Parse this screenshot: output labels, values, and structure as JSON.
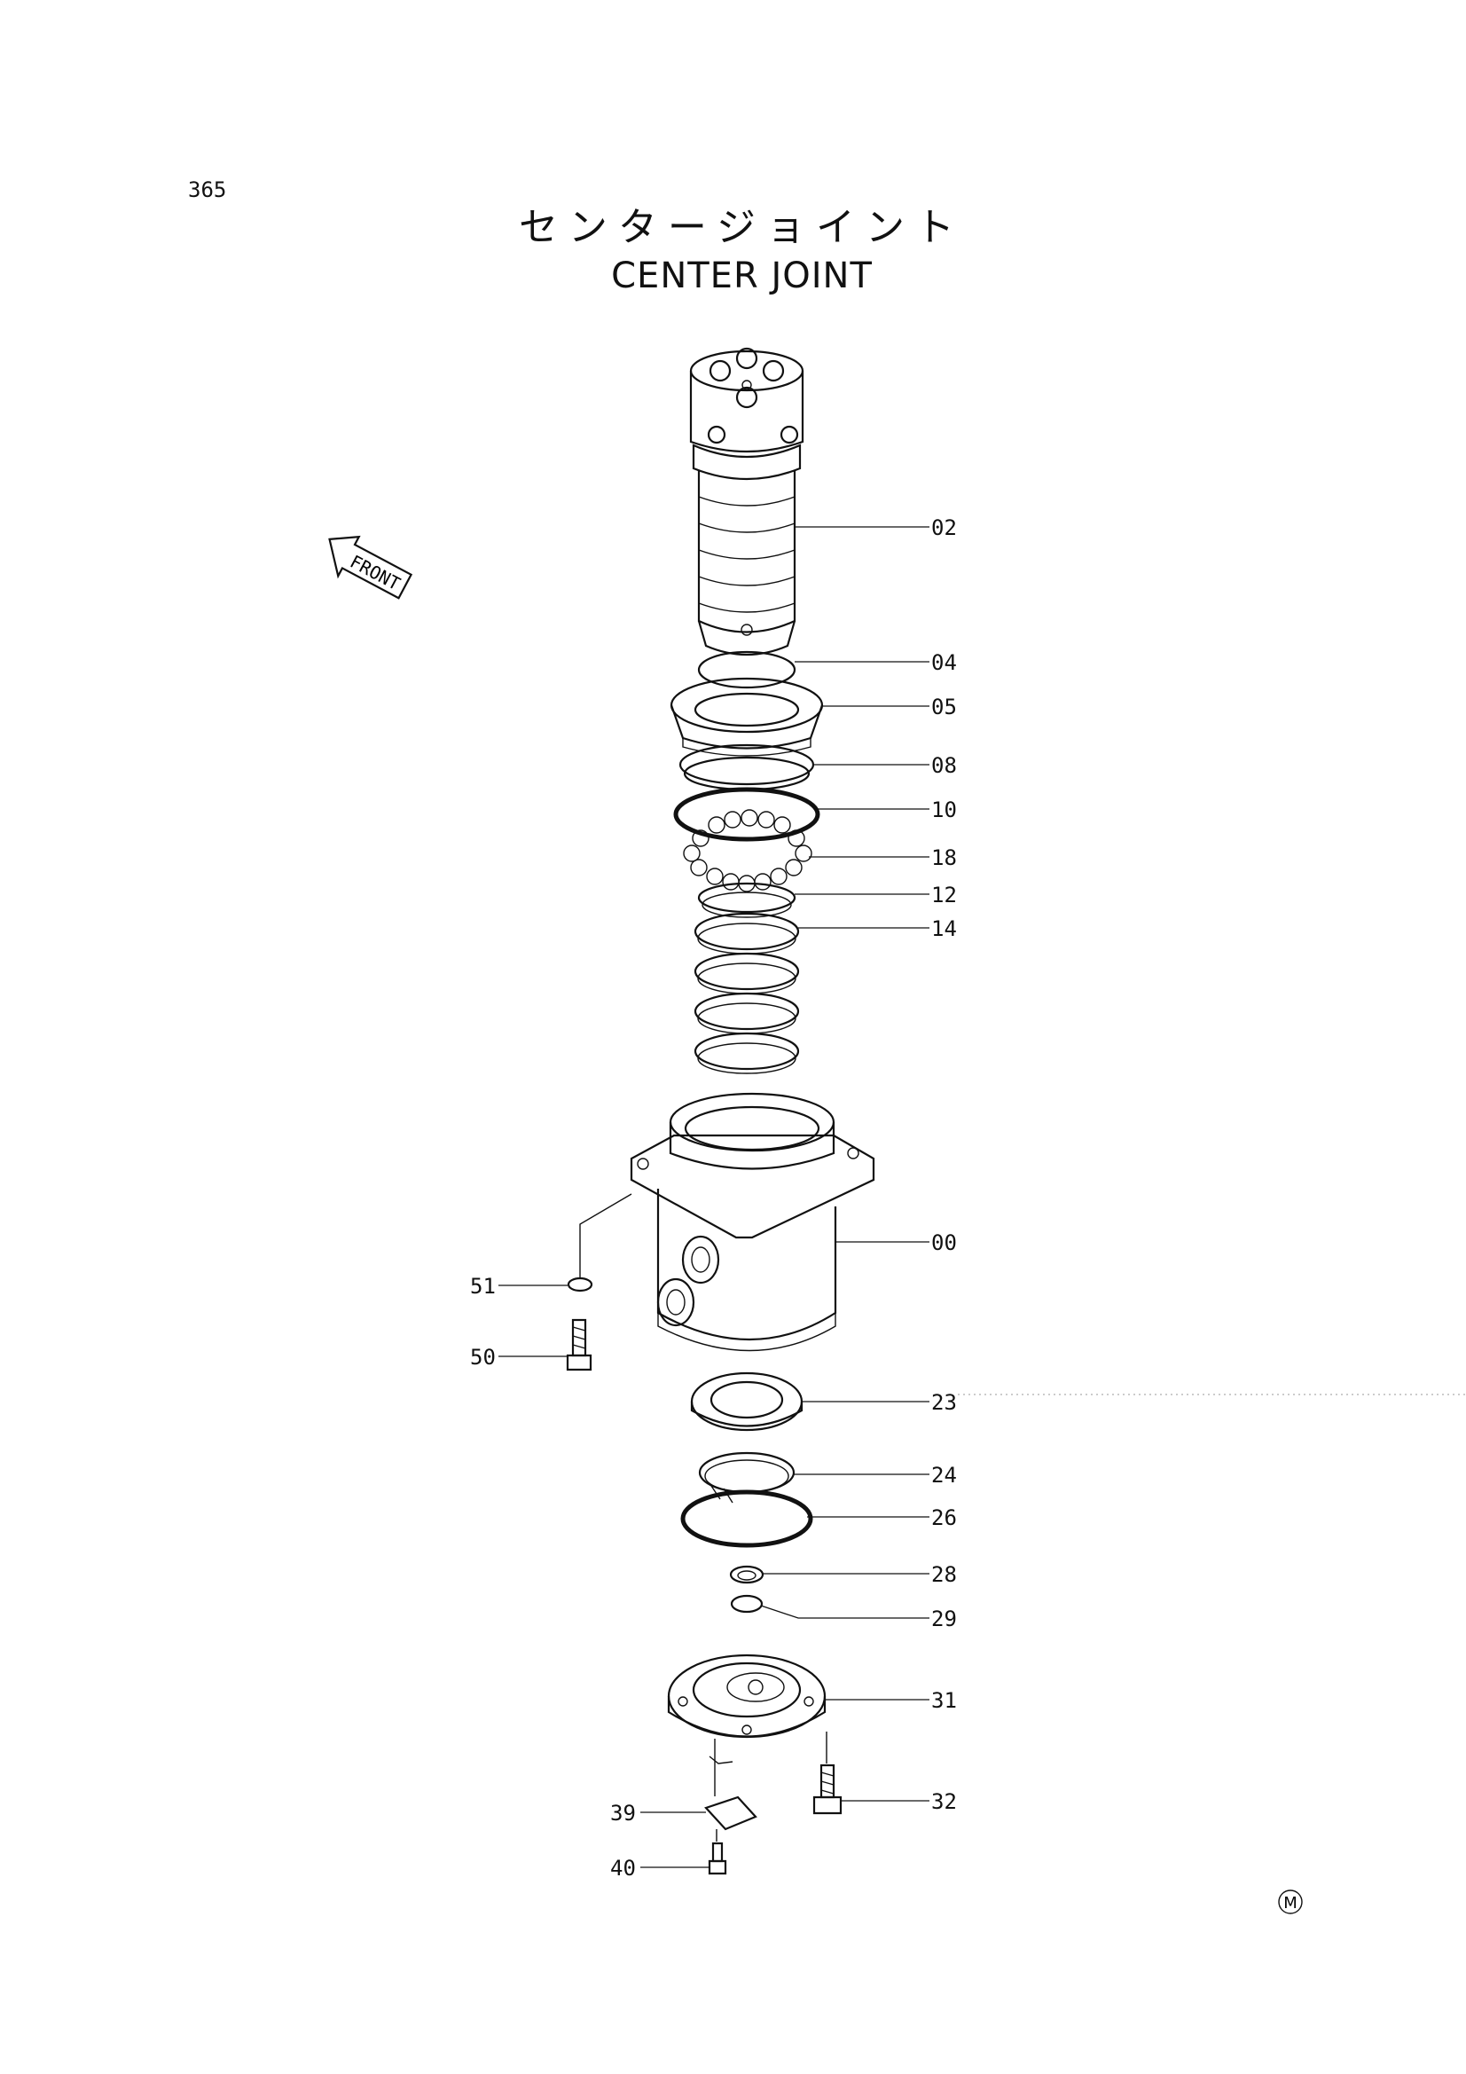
{
  "page_number": "365",
  "title_jp": "センタージョイント",
  "title_en": "CENTER JOINT",
  "front_label": "FRONT",
  "mark": "M",
  "callouts": {
    "c02": "02",
    "c04": "04",
    "c05": "05",
    "c08": "08",
    "c10": "10",
    "c18": "18",
    "c12": "12",
    "c14": "14",
    "c00": "00",
    "c51": "51",
    "c50": "50",
    "c23": "23",
    "c24": "24",
    "c26": "26",
    "c28": "28",
    "c29": "29",
    "c31": "31",
    "c32": "32",
    "c39": "39",
    "c40": "40"
  }
}
